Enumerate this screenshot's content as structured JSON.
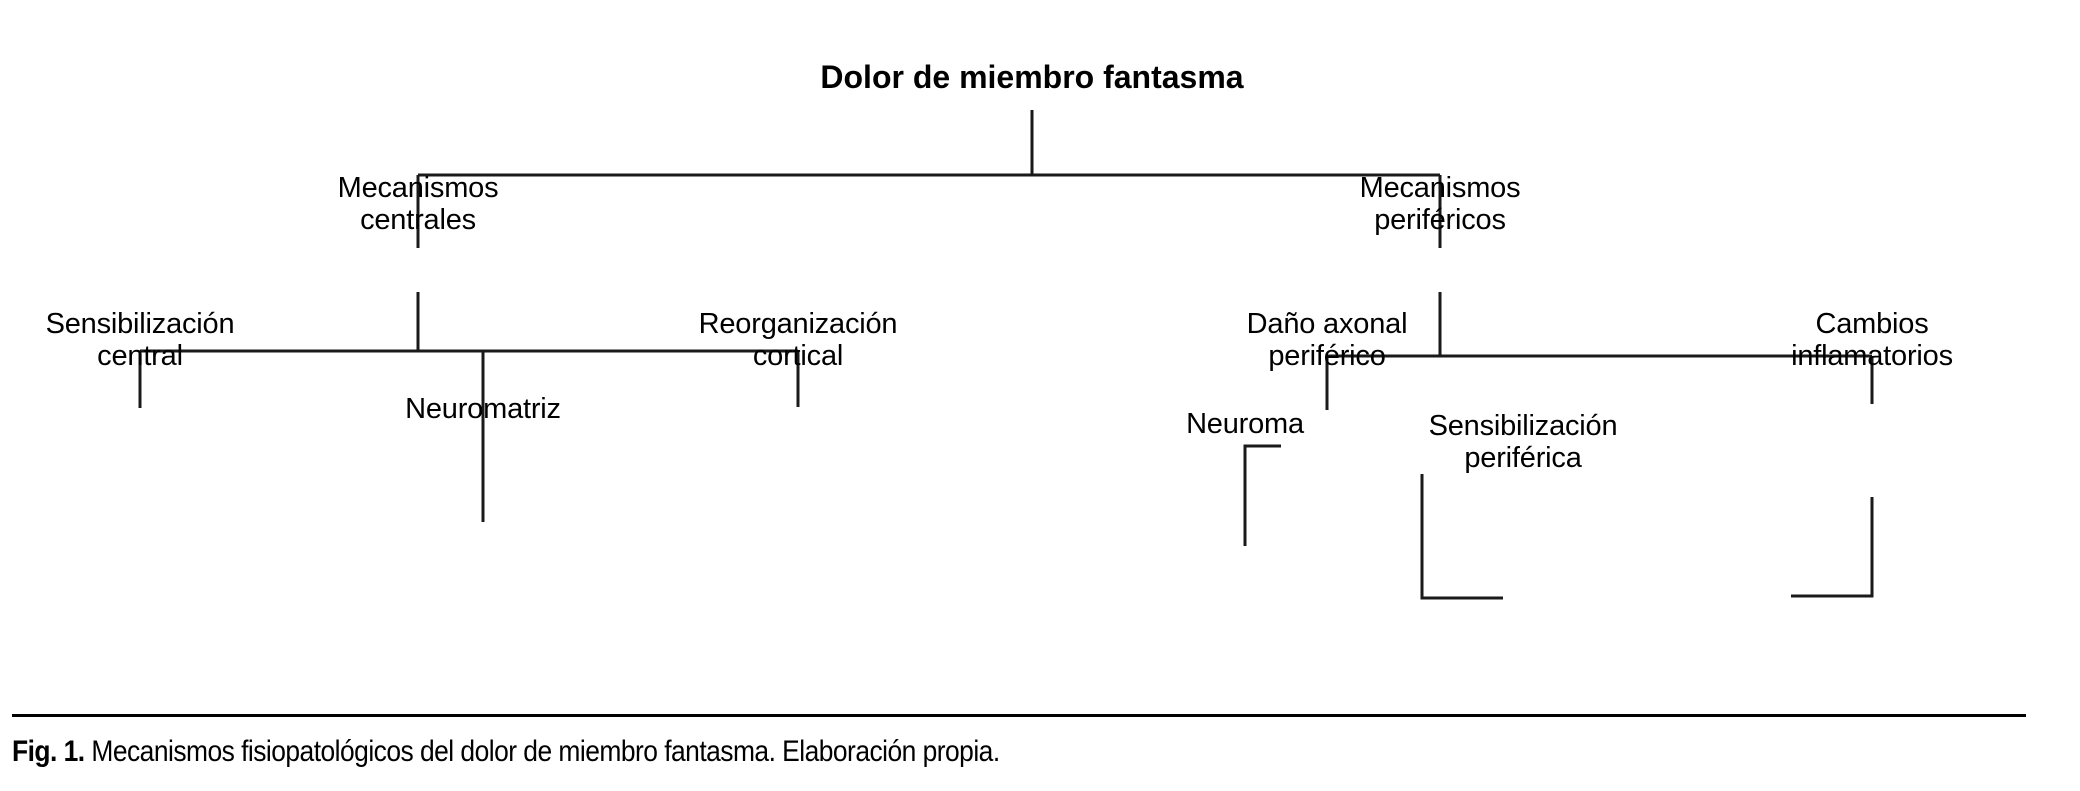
{
  "figure": {
    "root": {
      "label": "Dolor de miembro fantasma"
    },
    "branches": [
      {
        "id": "mecanismos-centrales",
        "label": "Mecanismos\ncentrales",
        "children": [
          {
            "id": "sensibilizacion-central",
            "label": "Sensibilización\ncentral"
          },
          {
            "id": "neuromatriz",
            "label": "Neuromatriz"
          },
          {
            "id": "reorganizacion-cortical",
            "label": "Reorganización\ncortical"
          }
        ]
      },
      {
        "id": "mecanismos-perifericos",
        "label": "Mecanismos\nperiféricos",
        "children": [
          {
            "id": "dano-axonal-periferico",
            "label": "Daño axonal\nperiférico"
          },
          {
            "id": "neuroma",
            "label": "Neuroma"
          },
          {
            "id": "sensibilizacion-periferica",
            "label": "Sensibilización\nperiférica"
          },
          {
            "id": "cambios-inflamatorios",
            "label": "Cambios\ninflamatorios"
          }
        ]
      }
    ]
  },
  "caption": {
    "lead": "Fig. 1.",
    "text": " Mecanismos fisiopatológicos del dolor de miembro fantasma. Elaboración propia."
  },
  "style": {
    "line_color": "#1a1a1a",
    "text_color": "#000000",
    "background": "#ffffff"
  }
}
